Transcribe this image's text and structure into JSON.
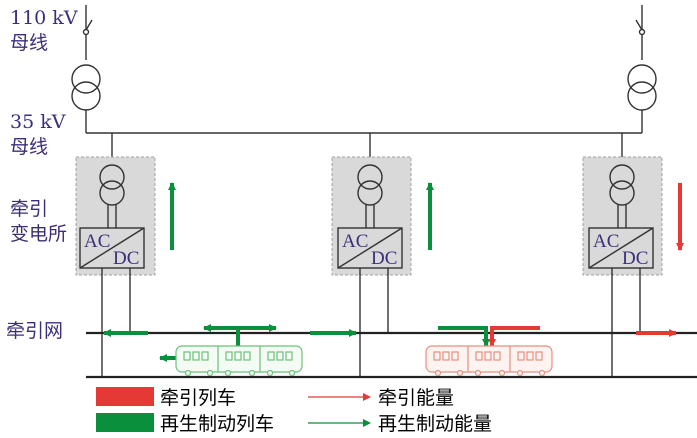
{
  "labels": {
    "bus_110_line1": "110 kV",
    "bus_110_line2": "母线",
    "bus_35_line1": "35 kV",
    "bus_35_line2": "母线",
    "substation_line1": "牵引",
    "substation_line2": "变电所",
    "catenary": "牵引网"
  },
  "converter": {
    "ac": "AC",
    "dc": "DC"
  },
  "legend": {
    "traction_train": "牵引列车",
    "regen_train": "再生制动列车",
    "traction_energy": "牵引能量",
    "regen_energy": "再生制动能量"
  },
  "colors": {
    "traction": "#e53935",
    "regen": "#0a8f3c",
    "line": "#333333",
    "substation_bg": "#d9d9d9",
    "label_text": "#3b2f7a"
  }
}
